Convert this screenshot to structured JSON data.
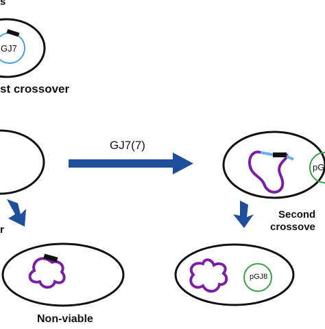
{
  "labels": {
    "top_left_fragment": "s",
    "first_crossover": "st crossover",
    "arrow_middle": "GJ7(7)",
    "second_crossover_line1": "Second",
    "second_crossover_line2": "crossove",
    "left_fragment_r": "r",
    "non_viable": "Non-viable"
  },
  "plasmids": {
    "top_left": "GJ7",
    "middle_right": "pG",
    "bottom_right": "pGJ8"
  },
  "colors": {
    "chromosome": "#7a1fa2",
    "marker": "#111111",
    "insert": "#6ab0e6",
    "plasmid_pgj7": "#4aa3df",
    "plasmid_pgj8": "#3aa34a",
    "arrow": "#1f4e9a",
    "cell_outline": "#111111"
  }
}
